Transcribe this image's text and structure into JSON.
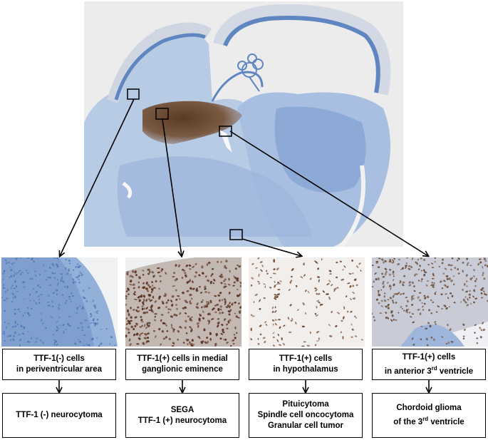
{
  "columns": [
    {
      "id": "periventricular",
      "origin_lines": [
        "TTF-1(-) cells",
        "in periventricular area"
      ],
      "tumor_lines": [
        "TTF-1 (-) neurocytoma"
      ],
      "stain": "negative"
    },
    {
      "id": "ganglionic-eminence",
      "origin_lines": [
        "TTF-1(+) cells in medial",
        "ganglionic eminence"
      ],
      "tumor_lines": [
        "SEGA",
        "TTF-1 (+) neurocytoma"
      ],
      "stain": "positive-dense"
    },
    {
      "id": "hypothalamus",
      "origin_lines": [
        "TTF-1(+) cells",
        "in hypothalamus"
      ],
      "tumor_lines": [
        "Pituicytoma",
        "Spindle cell oncocytoma",
        "Granular cell tumor"
      ],
      "stain": "positive-sparse"
    },
    {
      "id": "third-ventricle",
      "origin_lines": [
        "TTF-1(+) cells",
        "in anterior 3",
        "rd",
        " ventricle"
      ],
      "tumor_lines": [
        "Chordoid glioma",
        "of the 3",
        "rd",
        " ventricle"
      ],
      "stain": "positive-mixed"
    }
  ],
  "colors": {
    "hematoxylin_blue": "#5f86c0",
    "tissue_blue": "#a9c0e0",
    "background_gray": "#eeeeee",
    "dab_brown": "#6b4226"
  }
}
